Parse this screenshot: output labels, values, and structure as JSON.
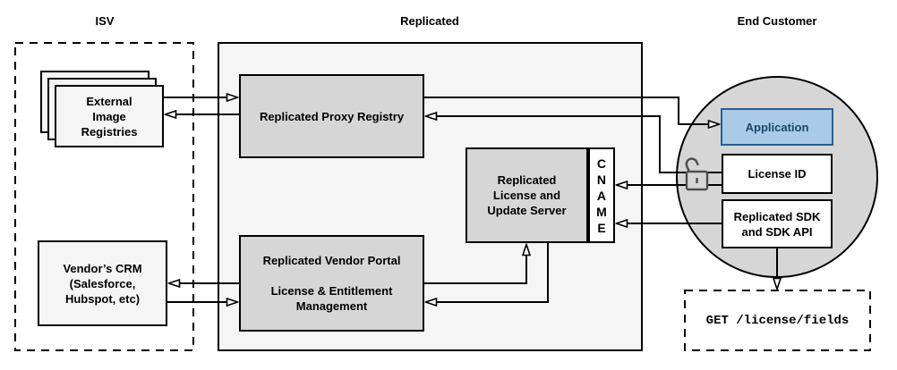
{
  "sections": {
    "isv": "ISV",
    "replicated": "Replicated",
    "end_customer": "End Customer"
  },
  "nodes": {
    "external_image_registries": {
      "lines": [
        "External",
        "Image",
        "Registries"
      ]
    },
    "vendors_crm": {
      "lines": [
        "Vendor’s CRM",
        "(Salesforce,",
        "Hubspot, etc)"
      ]
    },
    "replicated_proxy_registry": {
      "label": "Replicated Proxy Registry"
    },
    "replicated_license_update_server": {
      "lines": [
        "Replicated",
        "License and",
        "Update Server"
      ]
    },
    "cname_endpoint": {
      "letters": [
        "C",
        "N",
        "A",
        "M",
        "E"
      ]
    },
    "replicated_vendor_portal": {
      "title": "Replicated Vendor Portal",
      "subtitle": [
        "License & Entitlement",
        "Management"
      ]
    },
    "application": {
      "label": "Application"
    },
    "license_id": {
      "label": "License ID"
    },
    "replicated_sdk": {
      "lines": [
        "Replicated SDK",
        "and SDK API"
      ]
    },
    "sdk_api_call": {
      "label": "GET /license/fields"
    }
  },
  "icons": {
    "lock": "unlocked-padlock"
  },
  "colors": {
    "panel_fill": "#F5F5F5",
    "node_fill": "#D6D6D6",
    "app_fill": "#A9CBE8",
    "app_border": "#29608F",
    "app_text": "#17486B",
    "lock_color": "#4D4D4D",
    "line_color": "#000000"
  }
}
